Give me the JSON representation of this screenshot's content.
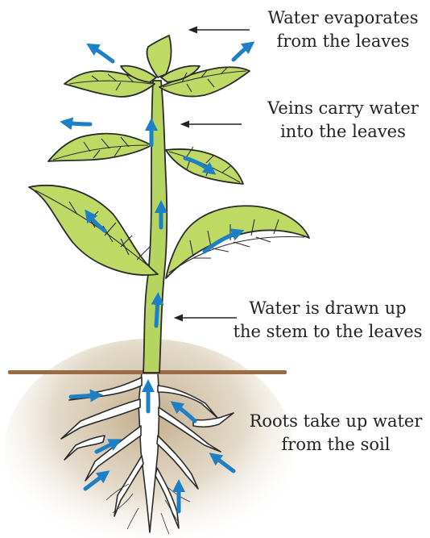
{
  "labels": {
    "evaporation": {
      "line1": "Water evaporates",
      "line2": "from the leaves"
    },
    "veins": {
      "line1": "Veins carry water",
      "line2": "into the leaves"
    },
    "stem": {
      "line1": "Water is drawn up",
      "line2": "the stem to the leaves"
    },
    "roots": {
      "line1": "Roots take up water",
      "line2": "from the soil"
    }
  },
  "colors": {
    "leaf": "#bfd965",
    "leaf_outline": "#2b2b2b",
    "stem": "#b5d460",
    "water_arrow": "#1d7fc4",
    "pointer_arrow": "#222222",
    "soil_line": "#9a6b44",
    "soil_glow": "#c9b79a",
    "root_fill": "#ffffff"
  }
}
